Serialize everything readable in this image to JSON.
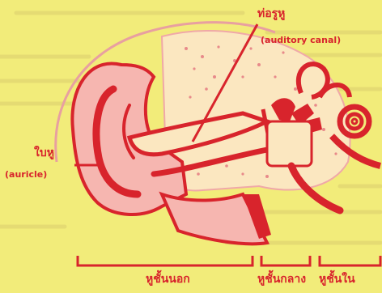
{
  "labels": {
    "auditory_canal_thai": "ท่อรูหู",
    "auditory_canal_en": "(auditory canal)",
    "auricle_thai": "ใบหู",
    "auricle_en": "(auricle)",
    "outer_ear": "หูชั้นนอก",
    "middle_ear": "หูชั้นกลาง",
    "inner_ear": "หูชั้นใน"
  },
  "colors": {
    "background": "#f2ec7a",
    "ear_red": "#d8242c",
    "ear_pink": "#f4a0a0",
    "bone_pale": "#fbe7c0"
  }
}
